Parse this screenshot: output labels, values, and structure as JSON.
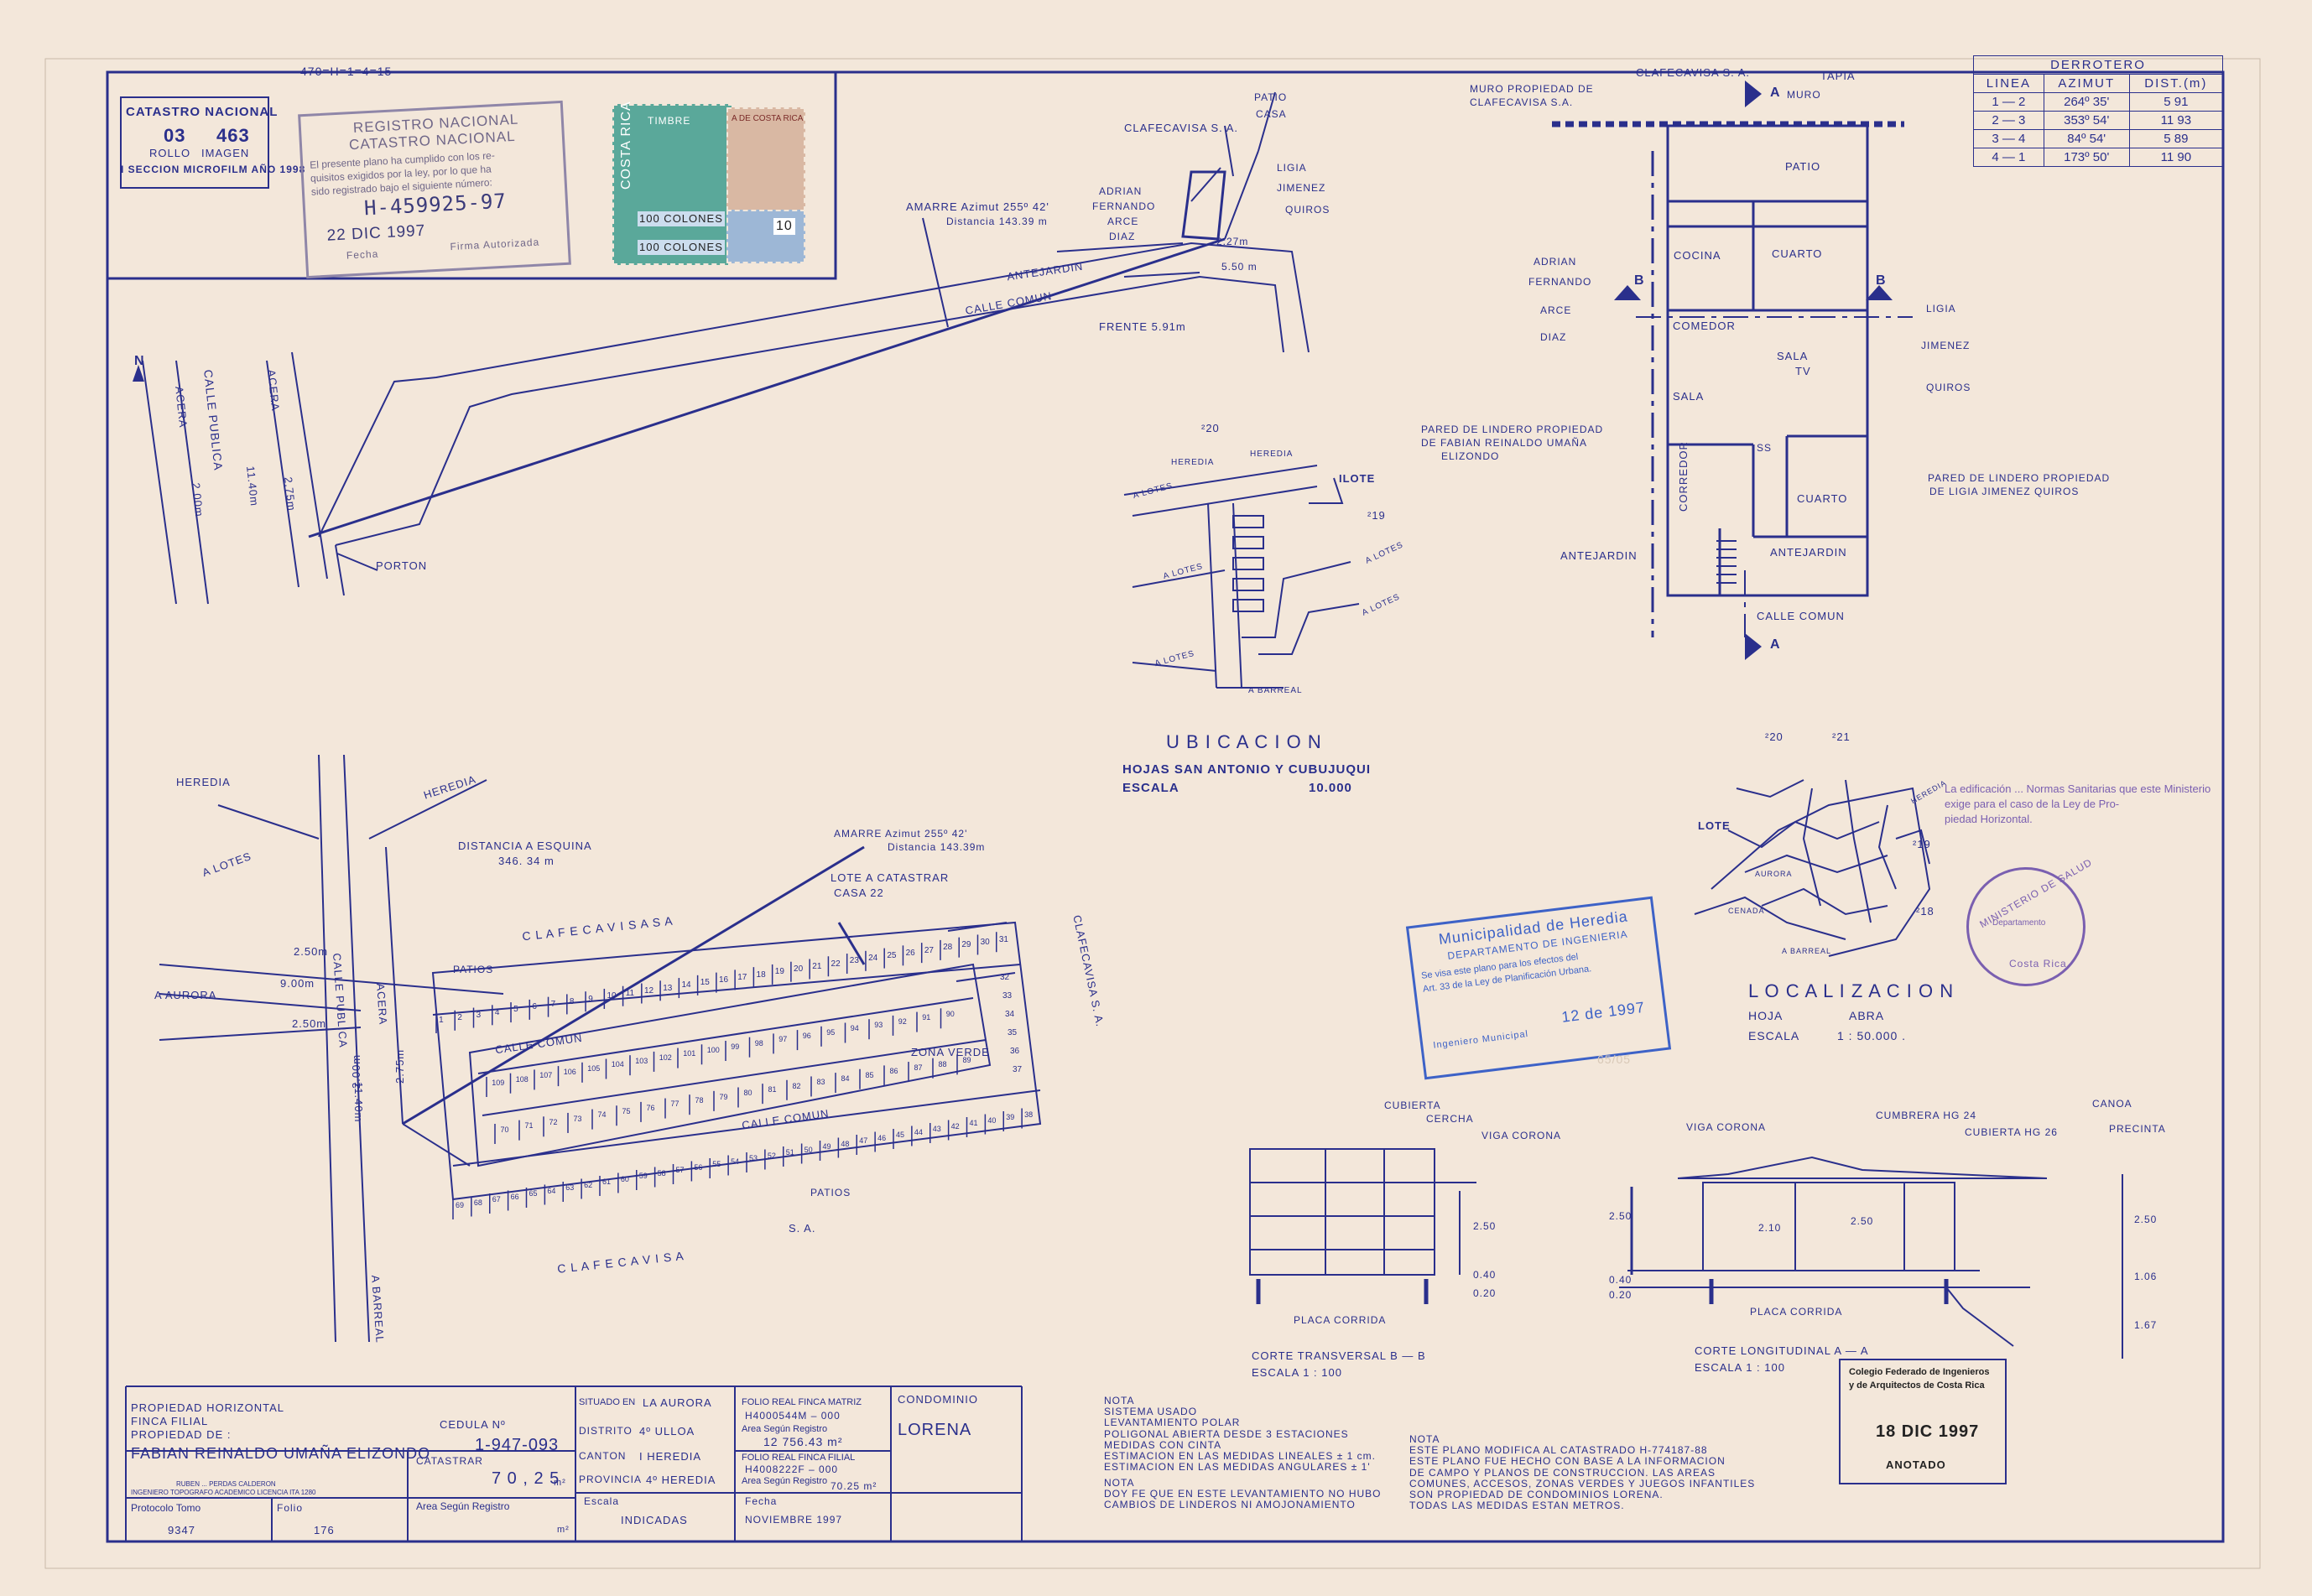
{
  "header": {
    "code": "470=H=1=4=15",
    "catastro_nacional": "CATASTRO NACIONAL",
    "rollo_num": "03",
    "imagen_num": "463",
    "rollo_label": "ROLLO",
    "imagen_label": "IMAGEN",
    "seccion": "I SECCION MICROFILM AÑO 1998"
  },
  "registro_stamp": {
    "title1": "REGISTRO NACIONAL",
    "title2": "CATASTRO NACIONAL",
    "text1": "El presente plano ha cumplido con los re-",
    "text2": "quisitos exigidos por la ley, por lo que ha",
    "text3": "sido registrado bajo el siguiente número:",
    "number": "H-459925-97",
    "date": "22 DIC 1997",
    "fecha_label": "Fecha",
    "firma_label": "Firma Autorizada"
  },
  "revenue_stamps": {
    "costa_rica": "COSTA RICA",
    "timbre": "TIMBRE",
    "value1": "100 COLONES",
    "value2": "100 COLONES",
    "cr2": "A DE COSTA RICA",
    "small": "10"
  },
  "derrotero": {
    "title": "DERROTERO",
    "headers": [
      "LINEA",
      "AZIMUT",
      "DIST.(m)"
    ],
    "rows": [
      [
        "1 — 2",
        "264º 35'",
        "5 91"
      ],
      [
        "2 — 3",
        "353º 54'",
        "11 93"
      ],
      [
        "3 — 4",
        "84º 54'",
        "5 89"
      ],
      [
        "4 — 1",
        "173º 50'",
        "11 90"
      ]
    ]
  },
  "upper_plan": {
    "calle_publica": "CALLE PUBLICA",
    "acera1": "ACERA",
    "acera2": "ACERA",
    "w1": "2.00m",
    "w2": "11.40m",
    "w3": "2.75m",
    "porton": "PORTON",
    "amarre": "AMARRE  Azimut  255º 42'",
    "distancia": "Distancia  143.39 m",
    "antejardin": "ANTEJARDIN",
    "calle_comun": "CALLE  COMUN",
    "frente": "FRENTE 5.91m",
    "d1": "2.27m",
    "d2": "5.50 m",
    "patio": "PATIO",
    "casa": "CASA",
    "clafecavisa": "CLAFECAVISA  S. A.",
    "adrian": [
      "ADRIAN",
      "FERNANDO",
      "ARCE",
      "DIAZ"
    ],
    "ligia": [
      "LIGIA",
      "JIMENEZ",
      "QUIROS"
    ],
    "north": "N"
  },
  "floor_plan": {
    "clafecavisa": "CLAFECAVISA   S. A.",
    "tapia": "TAPIA",
    "muro_prop": "MURO PROPIEDAD DE",
    "muro_prop2": "CLAFECAVISA S.A.",
    "muro": "MURO",
    "patio": "PATIO",
    "cocina": "COCINA",
    "cuarto1": "CUARTO",
    "comedor": "COMEDOR",
    "sala_tv": "SALA",
    "tv": "TV",
    "sala": "SALA",
    "ss": "SS",
    "corredor": "CORREDOR",
    "cuarto2": "CUARTO",
    "antejardin1": "ANTEJARDIN",
    "antejardin2": "ANTEJARDIN",
    "calle_comun": "CALLE COMUN",
    "adrian": [
      "ADRIAN",
      "FERNANDO",
      "ARCE",
      "DIAZ"
    ],
    "ligia": [
      "LIGIA",
      "JIMENEZ",
      "QUIROS"
    ],
    "pared1a": "PARED DE LINDERO PROPIEDAD",
    "pared1b": "DE FABIAN REINALDO UMAÑA",
    "pared1c": "ELIZONDO",
    "pared2a": "PARED DE LINDERO PROPIEDAD",
    "pared2b": "DE LIGIA JIMENEZ QUIROS",
    "a": "A",
    "b": "B"
  },
  "ubicacion": {
    "title": "U B I C A C I O N",
    "hojas": "HOJAS   SAN ANTONIO Y CUBUJUQUI",
    "escala": "ESCALA",
    "escala_val": "10.000",
    "z20": "²20",
    "z19": "²19",
    "heredia1": "HEREDIA",
    "heredia2": "HEREDIA",
    "lote": "ILOTE",
    "lotes1": "A LOTES",
    "lotes2": "A LOTES",
    "lotes3": "A LOTES",
    "lotes4": "A LOTES",
    "lotes5": "A LOTES",
    "barreal": "A BARREAL"
  },
  "localizacion": {
    "title": "L O C A L I Z A C I O N",
    "hoja": "HOJA",
    "hoja_val": "ABRA",
    "escala": "ESCALA",
    "escala_val": "1 : 50.000 .",
    "z20": "²20",
    "z21": "²21",
    "z19": "²19",
    "z18": "²18",
    "lote": "LOTE",
    "aurora": "AURORA",
    "cenada": "CENADA",
    "barreal": "A BARREAL",
    "heredia": "HEREDIA"
  },
  "condo_plan": {
    "heredia1": "HEREDIA",
    "heredia2": "HEREDIA",
    "a_lotes": "A LOTES",
    "a_aurora": "A AURORA",
    "calle_publica": "CALLE PUBLICA",
    "acera": "ACERA",
    "a_barreal": "A BARREAL",
    "w1": "2.50m",
    "w2": "9.00m",
    "w3": "2.50m",
    "w4": "2.00m",
    "w5": "11.40m",
    "w6": "2.75m",
    "dist_esquina": "DISTANCIA  A ESQUINA",
    "dist_val": "346. 34 m",
    "amarre": "AMARRE  Azimut  255º 42'",
    "distancia": "Distancia  143.39m",
    "lote_catastrar": "LOTE  A  CATASTRAR",
    "casa22": "CASA  22",
    "clafecavisa_top": "C L A F E C A V I S A     S     A",
    "clafecavisa_right": "CLAFECAVISA  S.  A.",
    "clafecavisa_bottom": "C L A F E C A V I S A",
    "sa_bottom": "S.  A.",
    "patios1": "PATIOS",
    "patios2": "PATIOS",
    "calle_comun1": "CALLE COMUN",
    "calle_comun2": "CALLE COMUN",
    "zona_verde": "ZONA VERDE"
  },
  "approvals": {
    "municipalidad": "Municipalidad de Heredia",
    "depto": "DEPARTAMENTO DE INGENIERIA",
    "visa1": "Se visa este plano para los efectos del",
    "visa2": "Art. 33 de la Ley de Planificación Urbana.",
    "ing": "Ingeniero Municipal",
    "date": "12 de 1997",
    "salud1": "La edificación ... Normas Sanitarias que este Ministerio",
    "salud2": "exige para el caso de la Ley de Pro-",
    "salud3": "piedad Horizontal.",
    "ministerio": "MINISTERIO DE SALUD",
    "costa_rica": "Costa Rica",
    "departamento": "Departamento",
    "colegio1": "Colegio Federado de Ingenieros",
    "colegio2": "y de Arquitectos de Costa Rica",
    "colegio_date": "18 DIC 1997",
    "anotado": "ANOTADO",
    "faded": "65/05"
  },
  "sections": {
    "cubierta": "CUBIERTA",
    "cercha": "CERCHA",
    "viga_corona1": "VIGA CORONA",
    "placa1": "PLACA CORRIDA",
    "d250": "2.50",
    "d040": "0.40",
    "d020": "0.20",
    "corte_bb": "CORTE TRANSVERSAL  B — B",
    "escala_bb": "ESCALA   1 : 100",
    "viga_corona2": "VIGA CORONA",
    "cumbrera": "CUMBRERA HG 24",
    "cubierta_hg": "CUBIERTA HG 26",
    "canoa": "CANOA",
    "precinta": "PRECINTA",
    "placa2": "PLACA CORRIDA",
    "l250a": "2.50",
    "l040": "0.40",
    "l020": "0.20",
    "l210": "2.10",
    "l250b": "2.50",
    "r250": "2.50",
    "r106": "1.06",
    "r167": "1.67",
    "corte_aa": "CORTE LONGITUDINAL  A — A",
    "escala_aa": "ESCALA   1 : 100"
  },
  "title_block": {
    "prop_horizontal": "PROPIEDAD HORIZONTAL",
    "finca_filial": "FINCA FILIAL",
    "propiedad_de": "PROPIEDAD DE :",
    "owner": "FABIAN REINALDO UMAÑA ELIZONDO",
    "cedula_label": "CEDULA Nº",
    "cedula": "1-947-093",
    "catastrar_label": "CATASTRAR",
    "area": "7 0 , 2 5",
    "area_unit": "m²",
    "area_registro": "Area Según Registro",
    "area_unit2": "m²",
    "engineer": "RUBEN ... PERDAS CALDERON",
    "engineer2": "INGENIERO TOPOGRAFO ACADEMICO LICENCIA ITA 1280",
    "protocolo": "Protocolo  Tomo",
    "folio": "Folio",
    "tomo": "9347",
    "folio_val": "176",
    "situado": "SITUADO EN",
    "situado_val": "LA AURORA",
    "distrito": "DISTRITO",
    "distrito_val": "4º ULLOA",
    "canton": "CANTON",
    "canton_val": "I  HEREDIA",
    "provincia": "PROVINCIA",
    "provincia_val": "4º HEREDIA",
    "escala": "Escala",
    "escala_val": "INDICADAS",
    "folio_matriz": "FOLIO REAL  FINCA MATRIZ",
    "folio_matriz_val": "H4000544M – 000",
    "area_reg1": "Area Según Registro",
    "area_reg1_val": "12 756.43 m²",
    "folio_filial": "FOLIO REAL  FINCA FILIAL",
    "folio_filial_val": "H4008222F – 000",
    "area_reg2": "Area Según Registro",
    "area_reg2_val": "70.25 m²",
    "fecha": "Fecha",
    "fecha_val": "NOVIEMBRE  1997",
    "condominio": "CONDOMINIO",
    "condominio_val": "LORENA"
  },
  "notes": {
    "nota1": [
      "NOTA",
      "SISTEMA USADO",
      "LEVANTAMIENTO POLAR",
      "POLIGONAL ABIERTA DESDE 3 ESTACIONES",
      "MEDIDAS CON CINTA",
      "ESTIMACION EN LAS MEDIDAS LINEALES ± 1 cm.",
      "ESTIMACION EN LAS MEDIDAS ANGULARES ± 1'"
    ],
    "nota2": [
      "NOTA",
      "DOY FE QUE EN ESTE LEVANTAMIENTO NO HUBO",
      "CAMBIOS DE LINDEROS NI AMOJONAMIENTO"
    ],
    "nota3": [
      "NOTA",
      "ESTE PLANO MODIFICA AL CATASTRADO H-774187-88",
      "ESTE PLANO FUE HECHO CON BASE A LA INFORMACION",
      "DE CAMPO Y PLANOS DE CONSTRUCCION.   LAS  AREAS",
      "COMUNES, ACCESOS, ZONAS VERDES Y JUEGOS INFANTILES",
      "SON PROPIEDAD DE CONDOMINIOS  LORENA.",
      "TODAS LAS MEDIDAS ESTAN METROS."
    ]
  },
  "lots": {
    "top_row": [
      "1",
      "2",
      "3",
      "4",
      "5",
      "6",
      "7",
      "8",
      "9",
      "10",
      "11",
      "12",
      "13",
      "14",
      "15",
      "16",
      "17",
      "18",
      "19",
      "20",
      "21",
      "22",
      "23",
      "24",
      "25",
      "26",
      "27",
      "28",
      "29",
      "30",
      "31"
    ],
    "right_col": [
      "32",
      "33",
      "34",
      "35",
      "36",
      "37"
    ],
    "row2": [
      "109",
      "108",
      "107",
      "106",
      "105",
      "104",
      "103",
      "102",
      "101",
      "100",
      "99",
      "98",
      "97",
      "96",
      "95",
      "94",
      "93",
      "92",
      "91",
      "90"
    ],
    "row3": [
      "70",
      "71",
      "72",
      "73",
      "74",
      "75",
      "76",
      "77",
      "78",
      "79",
      "80",
      "81",
      "82",
      "83",
      "84",
      "85",
      "86",
      "87",
      "88",
      "89"
    ],
    "bottom_row": [
      "69",
      "68",
      "67",
      "66",
      "65",
      "64",
      "63",
      "62",
      "61",
      "60",
      "59",
      "58",
      "57",
      "56",
      "55",
      "54",
      "53",
      "52",
      "51",
      "50",
      "49",
      "48",
      "47",
      "46",
      "45",
      "44",
      "43",
      "42",
      "41",
      "40",
      "39",
      "38"
    ]
  },
  "colors": {
    "ink": "#2a2f8c",
    "paper": "#f3e7da",
    "stamp_purple": "#7a5fb0",
    "stamp_blue": "#3d62c7",
    "stamp_green": "#3f9d8a",
    "stamp_red": "#b0413e"
  }
}
